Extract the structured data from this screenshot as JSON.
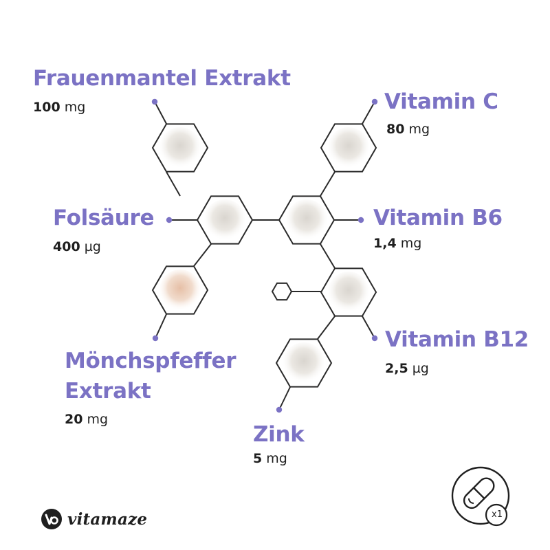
{
  "colors": {
    "accent": "#7b72c4",
    "line": "#2a2a2a",
    "text": "#1f1f1f",
    "powder_white": "#ebe6de",
    "powder_pink": "#edcdb8"
  },
  "ingredients": [
    {
      "name": "Frauenmantel Extrakt",
      "value": "100",
      "unit": "mg",
      "powder": "white"
    },
    {
      "name": "Vitamin C",
      "value": "80",
      "unit": "mg",
      "powder": "white"
    },
    {
      "name": "Folsäure",
      "value": "400",
      "unit": "µg",
      "powder": "white"
    },
    {
      "name": "Vitamin B6",
      "value": "1,4",
      "unit": "mg",
      "powder": "white"
    },
    {
      "name_lines": [
        "Mönchspfeffer",
        "Extrakt"
      ],
      "value": "20",
      "unit": "mg",
      "powder": "pink"
    },
    {
      "name": "Vitamin B12",
      "value": "2,5",
      "unit": "µg",
      "powder": "white"
    },
    {
      "name": "Zink",
      "value": "5",
      "unit": "mg",
      "powder": "white"
    }
  ],
  "brand": {
    "name": "vitamaze",
    "icon": "vitamaze-logo-icon"
  },
  "badge": {
    "count": "x1",
    "icon": "capsule-icon"
  }
}
